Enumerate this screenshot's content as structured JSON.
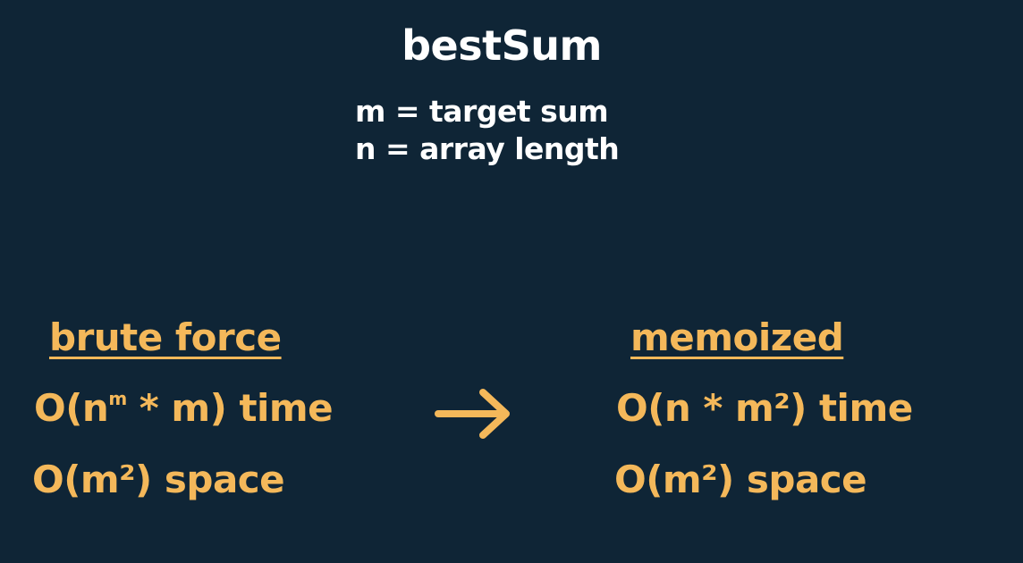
{
  "slide": {
    "title": "bestSum",
    "definitions": [
      "m = target sum",
      "n = array length"
    ]
  },
  "brute_force": {
    "heading": "brute force",
    "time": {
      "prefix": "O(n",
      "superscript": "m",
      "suffix": " * m) time"
    },
    "space": "O(m²) space"
  },
  "memoized": {
    "heading": "memoized",
    "time": "O(n * m²) time",
    "space": "O(m²) space"
  },
  "icons": {
    "arrow": "right-arrow-icon"
  },
  "colors": {
    "background": "#0f2536",
    "accent": "#f4b85a",
    "text": "#ffffff"
  }
}
